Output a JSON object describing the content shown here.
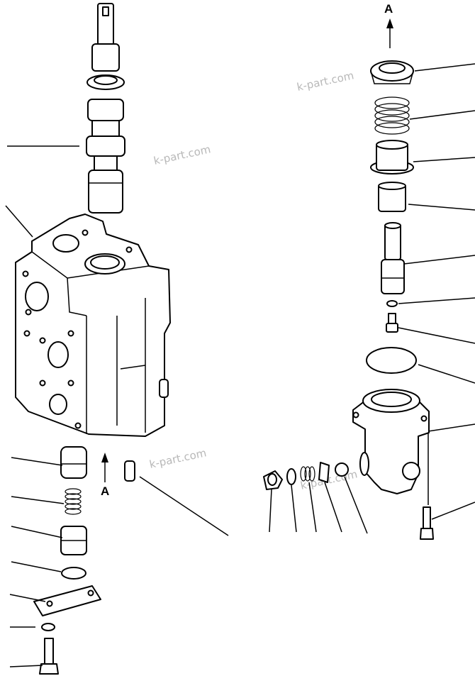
{
  "diagram": {
    "view_labels": [
      "A",
      "A"
    ],
    "watermarks": [
      "k-part.com",
      "k-part.com",
      "k-part.com",
      "k-part.com"
    ]
  }
}
